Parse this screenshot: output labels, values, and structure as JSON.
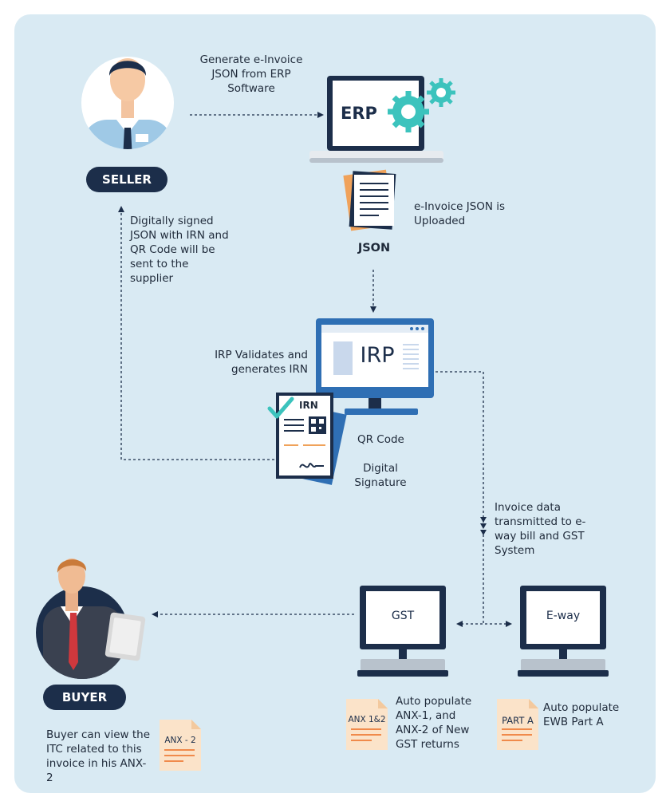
{
  "labels": {
    "seller": "SELLER",
    "buyer": "BUYER",
    "generate_json": "Generate e-Invoice JSON from ERP Software",
    "erp": "ERP",
    "json": "JSON",
    "json_uploaded": "e-Invoice JSON is Uploaded",
    "digitally_signed": "Digitally signed JSON with IRN and QR Code will be sent to the supplier",
    "irp": "IRP",
    "irp_validates": "IRP Validates and generates IRN",
    "irn": "IRN",
    "qr_code": "QR Code",
    "digital_signature": "Digital Signature",
    "invoice_transmitted": "Invoice data transmitted to e-way bill and GST System",
    "gst": "GST",
    "eway": "E-way",
    "anx12": "ANX 1&2",
    "auto_anx": "Auto populate ANX-1, and ANX-2 of New GST returns",
    "part_a": "PART A",
    "auto_ewb": "Auto populate EWB Part A",
    "anx2": "ANX - 2",
    "buyer_view": "Buyer can view the ITC related to this invoice in his ANX-2"
  },
  "colors": {
    "panel": "#d9eaf3",
    "navy": "#1c2e4a",
    "teal": "#3cc3bd",
    "doc": "#fbe3c9",
    "doc_line": "#f08a4b",
    "screen_blue": "#2f6fb4"
  }
}
